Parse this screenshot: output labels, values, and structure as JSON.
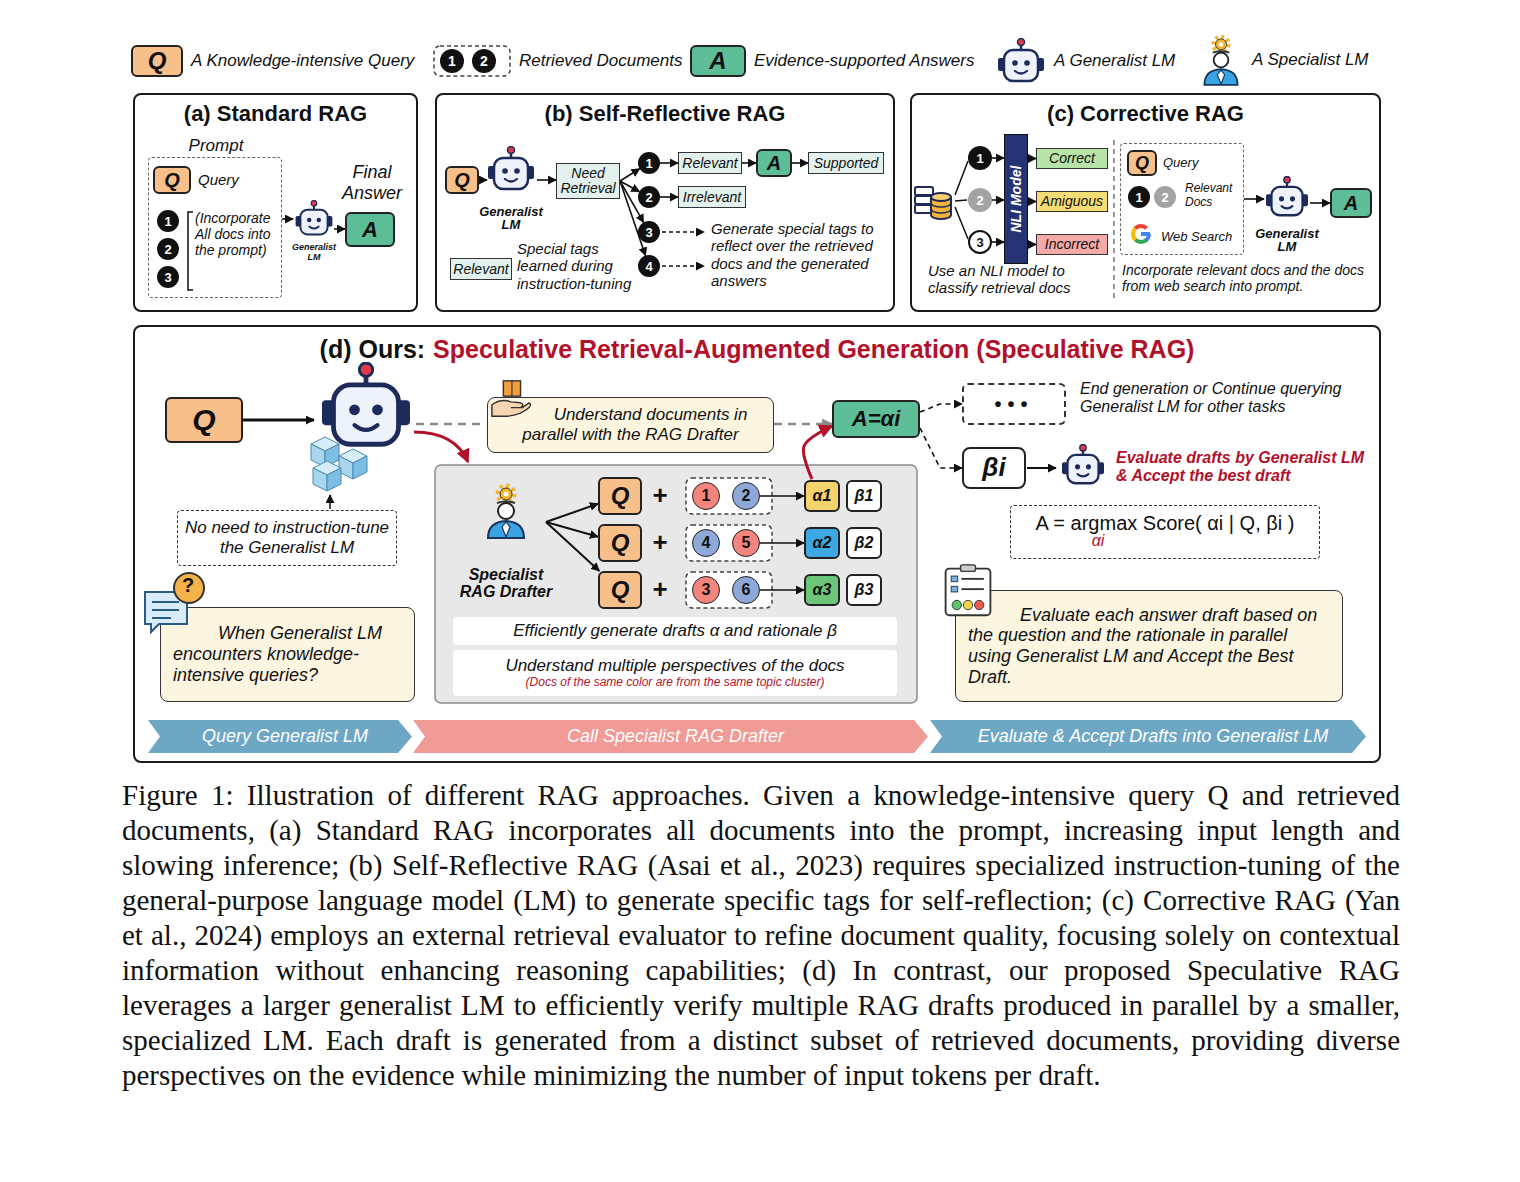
{
  "diagram": {
    "caption": "Figure 1: Illustration of different RAG approaches. Given a knowledge-intensive query Q and retrieved documents, (a) Standard RAG incorporates all documents into the prompt, increasing input length and slowing inference; (b) Self-Reflective RAG (Asai et al., 2023) requires specialized instruction-tuning of the general-purpose language model (LM) to generate specific tags for self-reflection; (c) Corrective RAG (Yan et al., 2024) employs an external retrieval evaluator to refine document quality, focusing solely on contextual information without enhancing reasoning capabilities; (d) In contrast, our proposed Speculative RAG leverages a larger generalist LM to efficiently verify multiple RAG drafts produced in parallel by a smaller, specialized LM. Each draft is generated from a distinct subset of retrieved documents, providing diverse perspectives on the evidence while minimizing the number of input tokens per draft.",
    "nodes": [
      {
        "text": [
          "(a) Standard RAG"
        ]
      },
      {
        "text": [
          "Prompt"
        ],
        "in": 0
      },
      {
        "text": [
          "Q"
        ],
        "in": 1
      },
      {
        "text": [
          "1"
        ],
        "in": 1
      },
      {
        "text": [
          "2"
        ],
        "in": 1
      },
      {
        "text": [
          "3"
        ],
        "in": 1
      },
      {
        "text": [
          "Generalist LM"
        ],
        "in": 0
      },
      {
        "text": [
          "Final Answer",
          "A"
        ],
        "in": 0
      },
      {
        "text": [
          "(b) Self-Reflective RAG"
        ]
      },
      {
        "text": [
          "Q"
        ],
        "in": 8
      },
      {
        "text": [
          "Generalist LM"
        ],
        "in": 8
      },
      {
        "text": [
          "Need Retrieval"
        ],
        "in": 8
      },
      {
        "text": [
          "1"
        ],
        "in": 8
      },
      {
        "text": [
          "2"
        ],
        "in": 8
      },
      {
        "text": [
          "3"
        ],
        "in": 8
      },
      {
        "text": [
          "4"
        ],
        "in": 8
      },
      {
        "text": [
          "Relevant"
        ],
        "in": 8
      },
      {
        "text": [
          "A"
        ],
        "in": 8
      },
      {
        "text": [
          "Supported"
        ],
        "in": 8
      },
      {
        "text": [
          "Irrelevant"
        ],
        "in": 8
      },
      {
        "text": [
          "Relevant"
        ],
        "in": 8
      },
      {
        "text": [
          "(c) Corrective RAG"
        ]
      },
      {
        "text": [
          "1"
        ],
        "in": 21
      },
      {
        "text": [
          "2"
        ],
        "in": 21
      },
      {
        "text": [
          "3"
        ],
        "in": 21
      },
      {
        "text": [
          "NLI Model"
        ],
        "in": 21
      },
      {
        "text": [
          "Correct"
        ],
        "in": 21
      },
      {
        "text": [
          "Amiguous"
        ],
        "in": 21
      },
      {
        "text": [
          "Incorrect"
        ],
        "in": 21
      },
      {
        "text": [
          "Query",
          "Relevant Docs",
          "Web Search"
        ],
        "in": 21
      },
      {
        "text": [
          "Q"
        ],
        "in": 29
      },
      {
        "text": [
          "1"
        ],
        "in": 29
      },
      {
        "text": [
          "2"
        ],
        "in": 29
      },
      {
        "text": [
          "Generalist LM"
        ],
        "in": 21
      },
      {
        "text": [
          "A"
        ],
        "in": 21
      },
      {
        "text": [
          "(d) Ours:",
          "Speculative Retrieval-Augmented Generation (Speculative RAG)"
        ]
      },
      {
        "text": [
          "Q"
        ],
        "in": 35
      },
      {
        "text": [
          "No need to instruction-tune the Generalist LM"
        ],
        "in": 35
      },
      {
        "text": [
          "When Generalist LM encounters knowledge-intensive queries?"
        ],
        "in": 35
      },
      {
        "text": [
          "Understand documents in parallel with the RAG Drafter"
        ],
        "in": 35
      },
      {
        "text": [
          "A=αi"
        ],
        "in": 35
      },
      {
        "text": [
          "•••"
        ],
        "in": 35
      },
      {
        "text": [
          "βi"
        ],
        "in": 35
      },
      {
        "text": [
          "A = argmax Score( αi | Q, βi )",
          "αi"
        ],
        "in": 35
      },
      {
        "text": [
          "Evaluate each answer draft based on the question and the rationale in parallel using Generalist LM and Accept the Best Draft."
        ],
        "in": 35
      },
      {
        "text": [
          "Specialist RAG Drafter"
        ],
        "in": 35
      },
      {
        "text": [
          "Q"
        ],
        "in": 35
      },
      {
        "text": [
          "1"
        ],
        "in": 35
      },
      {
        "text": [
          "2"
        ],
        "in": 35
      },
      {
        "text": [
          "α1"
        ],
        "in": 35
      },
      {
        "text": [
          "β1"
        ],
        "in": 35
      },
      {
        "text": [
          "Q"
        ],
        "in": 35
      },
      {
        "text": [
          "4"
        ],
        "in": 35
      },
      {
        "text": [
          "5"
        ],
        "in": 35
      },
      {
        "text": [
          "α2"
        ],
        "in": 35
      },
      {
        "text": [
          "β2"
        ],
        "in": 35
      },
      {
        "text": [
          "Q"
        ],
        "in": 35
      },
      {
        "text": [
          "3"
        ],
        "in": 35
      },
      {
        "text": [
          "6"
        ],
        "in": 35
      },
      {
        "text": [
          "α3"
        ],
        "in": 35
      },
      {
        "text": [
          "β3"
        ],
        "in": 35
      },
      {
        "text": [
          "Efficiently generate drafts α and rationale β"
        ],
        "in": 35
      },
      {
        "text": [
          "Understand multiple perspectives of the docs",
          "(Docs of the same color are from the same topic cluster)"
        ],
        "in": 35
      },
      {
        "text": [
          "Query Generalist LM"
        ],
        "in": 35
      },
      {
        "text": [
          "Call Specialist RAG Drafter"
        ],
        "in": 35
      },
      {
        "text": [
          "Evaluate & Accept Drafts into Generalist LM"
        ],
        "in": 35
      }
    ],
    "edges": [
      {
        "from": 1,
        "to": 6,
        "arrow": "to"
      },
      {
        "from": 6,
        "to": 7,
        "arrow": "to"
      },
      {
        "from": 9,
        "to": 10,
        "arrow": "to"
      },
      {
        "from": 10,
        "to": 11,
        "arrow": "to"
      },
      {
        "from": 11,
        "to": 12,
        "arrow": "to"
      },
      {
        "from": 11,
        "to": 13,
        "arrow": "to"
      },
      {
        "from": 11,
        "to": 14,
        "arrow": "to"
      },
      {
        "from": 11,
        "to": 15,
        "arrow": "to"
      },
      {
        "from": 12,
        "to": 16,
        "arrow": "to"
      },
      {
        "from": 16,
        "to": 17,
        "arrow": "to"
      },
      {
        "from": 17,
        "to": 18,
        "arrow": "to"
      },
      {
        "from": 13,
        "to": 19,
        "arrow": "to"
      },
      {
        "from": 22,
        "to": 25,
        "arrow": "to"
      },
      {
        "from": 23,
        "to": 25,
        "arrow": "to"
      },
      {
        "from": 24,
        "to": 25,
        "arrow": "to"
      },
      {
        "from": 25,
        "to": 26,
        "arrow": "to"
      },
      {
        "from": 25,
        "to": 27,
        "arrow": "to"
      },
      {
        "from": 25,
        "to": 28,
        "arrow": "to"
      },
      {
        "from": 29,
        "to": 33,
        "arrow": "to"
      },
      {
        "from": 33,
        "to": 34,
        "arrow": "to"
      },
      {
        "from": 39,
        "to": 40,
        "arrow": "to"
      },
      {
        "from": 40,
        "to": 41,
        "arrow": "to"
      },
      {
        "from": 40,
        "to": 42,
        "arrow": "to"
      },
      {
        "from": 45,
        "to": 46,
        "arrow": "to"
      },
      {
        "from": 45,
        "to": 51,
        "arrow": "to"
      },
      {
        "from": 45,
        "to": 56,
        "arrow": "to"
      },
      {
        "from": 48,
        "to": 49,
        "arrow": "to"
      },
      {
        "from": 53,
        "to": 54,
        "arrow": "to"
      },
      {
        "from": 58,
        "to": 59,
        "arrow": "to"
      },
      {
        "from": 49,
        "to": 40,
        "arrow": "to"
      }
    ],
    "labels": [
      "Q",
      "1",
      "2",
      "A",
      "Query",
      "(Incorporate All docs into the prompt)",
      "Special tags learned during instruction-tuning",
      "Generate special tags to reflect over the retrieved docs and the generated answers",
      "Use an NLI model to classify retrieval docs",
      "Incorporate relevant docs and the docs from web search into prompt.",
      "End generation or Continue querying Generalist LM for other tasks",
      "Evaluate drafts by Generalist LM & Accept the best draft",
      "+",
      "+",
      "+",
      "?"
    ],
    "legend": [
      {
        "text": "A Knowledge-intensive Query",
        "color": "#f7c08a"
      },
      {
        "text": "Retrieved Documents"
      },
      {
        "text": "Evidence-supported Answers",
        "color": "#5dbd97"
      },
      {
        "text": "A Generalist LM"
      },
      {
        "text": "A Specialist LM"
      }
    ]
  }
}
